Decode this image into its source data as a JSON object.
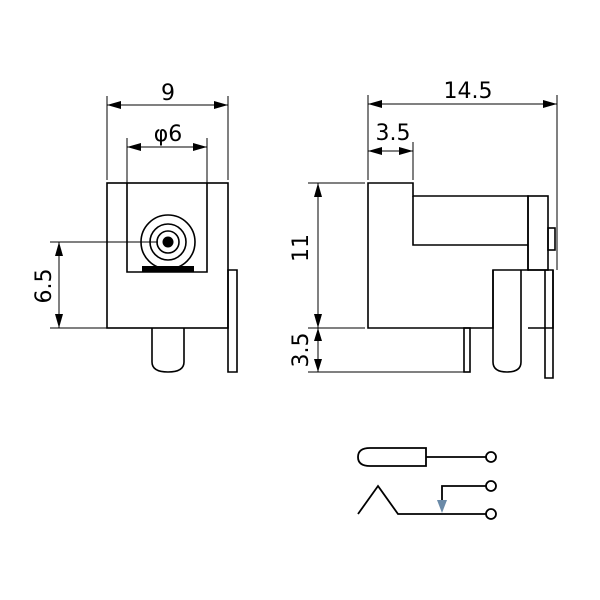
{
  "front_view": {
    "width_dim": "9",
    "hole_dim": "φ6",
    "height_dim": "6.5"
  },
  "side_view": {
    "length_dim": "14.5",
    "offset_dim": "3.5",
    "height_dim": "11",
    "pin_dim": "3.5"
  },
  "colors": {
    "line": "#000000",
    "switch_arrow": "#6a8aa8",
    "background": "#ffffff"
  }
}
